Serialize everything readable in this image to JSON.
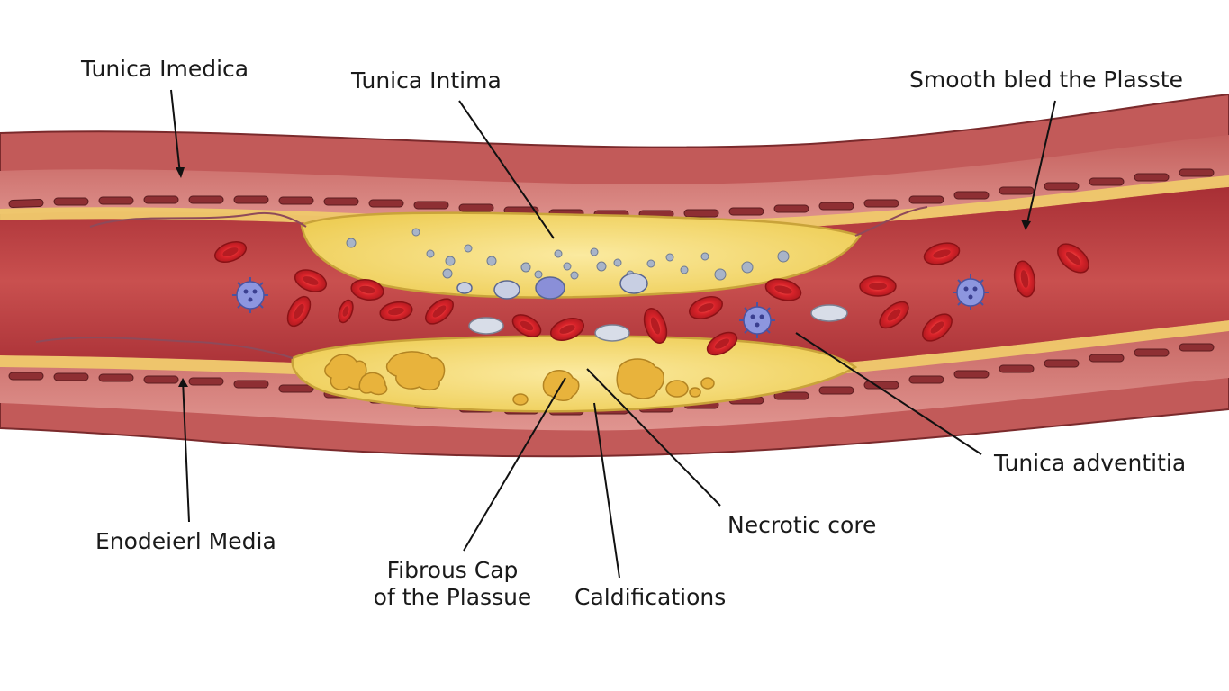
{
  "diagram": {
    "labels": {
      "tunica_imedica": "Tunica Imedica",
      "tunica_intima": "Tunica Intima",
      "smooth_bled": "Smooth bled the Plasste",
      "tunica_adventitia": "Tunica adventitia",
      "enodeierl_media": "Enodeierl Media",
      "fibrous_cap_line1": "Fibrous Cap",
      "fibrous_cap_line2": "of the Plassue",
      "caldifications": "Caldifications",
      "necrotic_core": "Necrotic core"
    },
    "colors": {
      "wall_outer": "#b84d4e",
      "wall_mid": "#d77c78",
      "wall_band": "#c96563",
      "lumen": "#b8383d",
      "lumen_light": "#d0605f",
      "plaque_fill": "#f2d56b",
      "plaque_edge": "#c9a33a",
      "rbc": "#d42a2a",
      "wbc": "#7f87d6",
      "line": "#111111"
    }
  }
}
